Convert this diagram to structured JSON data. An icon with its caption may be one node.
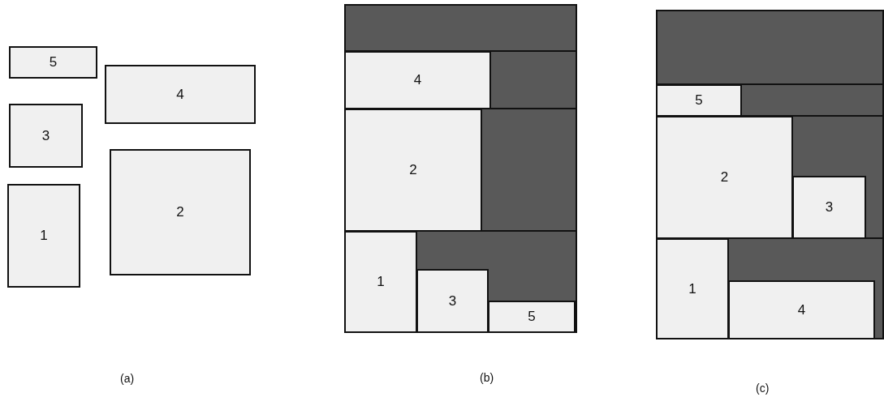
{
  "diagram": {
    "nodes": [
      {
        "text": [
          "5"
        ]
      },
      {
        "text": [
          "4"
        ]
      },
      {
        "text": [
          "3"
        ]
      },
      {
        "text": [
          "2"
        ]
      },
      {
        "text": [
          "1"
        ]
      },
      {
        "text": [],
        "shape": "box"
      },
      {
        "text": [
          "4"
        ],
        "in": 5
      },
      {
        "text": [
          "2"
        ],
        "in": 5
      },
      {
        "text": [
          "1"
        ],
        "in": 5
      },
      {
        "text": [
          "3"
        ],
        "in": 5
      },
      {
        "text": [
          "5"
        ],
        "in": 5
      },
      {
        "text": [],
        "shape": "box"
      },
      {
        "text": [
          "5"
        ],
        "in": 11
      },
      {
        "text": [
          "2"
        ],
        "in": 11
      },
      {
        "text": [
          "3"
        ],
        "in": 11
      },
      {
        "text": [
          "1"
        ],
        "in": 11
      },
      {
        "text": [
          "4"
        ],
        "in": 11
      }
    ],
    "labels": [
      "(a)",
      "(b)",
      "(c)"
    ]
  }
}
